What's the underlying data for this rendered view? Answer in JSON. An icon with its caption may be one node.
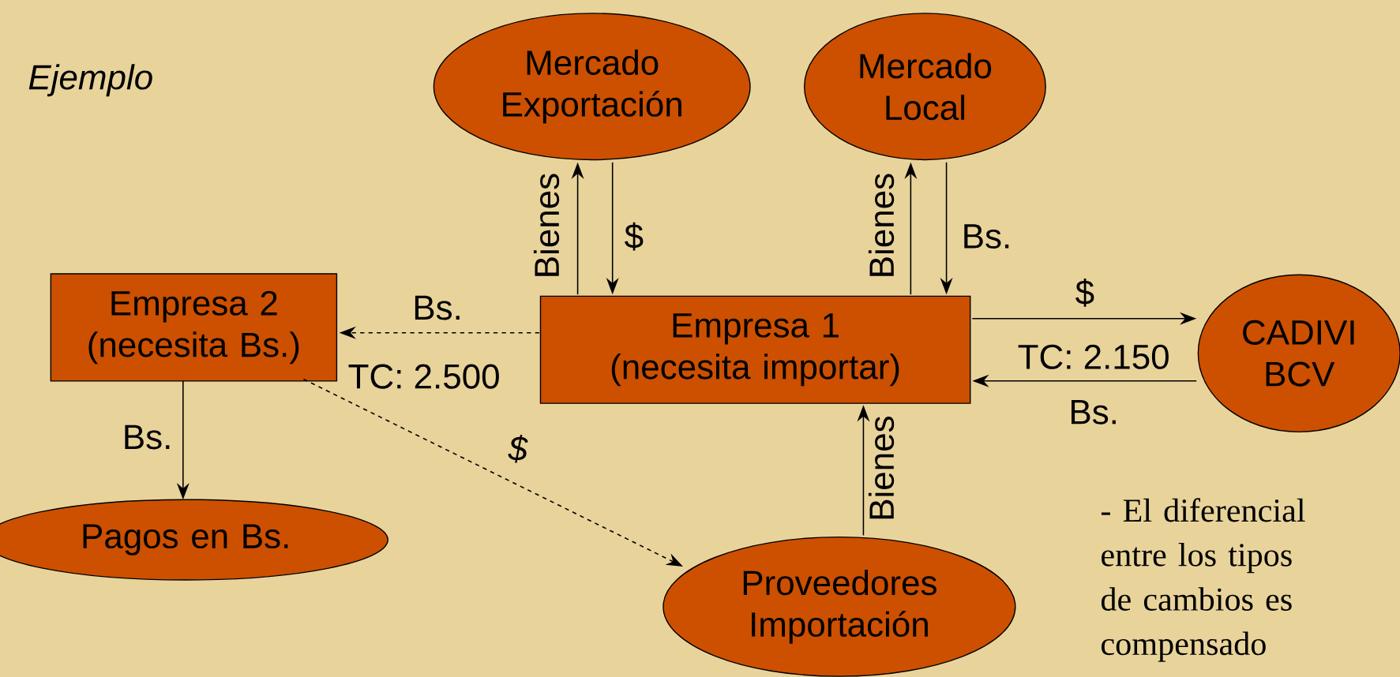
{
  "diagram": {
    "title": "Ejemplo",
    "nodes": [
      {
        "text": [
          "Mercado Exportación"
        ]
      },
      {
        "text": [
          "Mercado Local"
        ]
      },
      {
        "text": [
          "Empresa 2 (necesita Bs.)"
        ]
      },
      {
        "text": [
          "Empresa 1 (necesita importar)"
        ]
      },
      {
        "text": [
          "CADIVI BCV"
        ]
      },
      {
        "text": [
          "Pagos en Bs."
        ]
      },
      {
        "text": [
          "Proveedores Importación"
        ]
      }
    ],
    "edges": [
      {
        "from": 3,
        "to": 0,
        "arrow": "to",
        "label": "Bienes"
      },
      {
        "from": 0,
        "to": 3,
        "arrow": "to",
        "label": "$"
      },
      {
        "from": 3,
        "to": 1,
        "arrow": "to",
        "label": "Bienes"
      },
      {
        "from": 1,
        "to": 3,
        "arrow": "to",
        "label": "Bs."
      },
      {
        "from": 3,
        "to": 2,
        "arrow": "to",
        "label": "Bs.",
        "style": "dashed"
      },
      {
        "from": 3,
        "to": 4,
        "arrow": "to",
        "label": "$"
      },
      {
        "from": 4,
        "to": 3,
        "arrow": "to",
        "label": "Bs."
      },
      {
        "from": 2,
        "to": 5,
        "arrow": "to",
        "label": "Bs."
      },
      {
        "from": 2,
        "to": 6,
        "arrow": "to",
        "label": "$",
        "style": "dashed"
      },
      {
        "from": 6,
        "to": 3,
        "arrow": "to",
        "label": "Bienes"
      }
    ],
    "labels": [
      "TC: 2.500",
      "TC: 2.150",
      "- El diferencial entre los tipos de cambios es compensado"
    ]
  }
}
